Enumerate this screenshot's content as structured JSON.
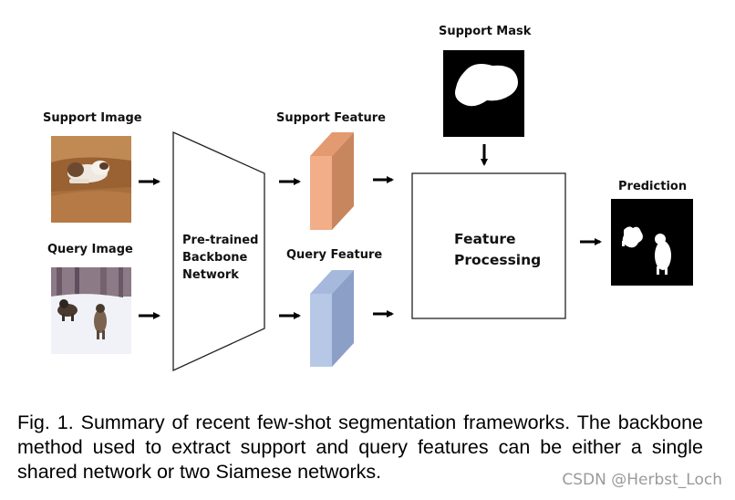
{
  "figure": {
    "support_image_label": "Support Image",
    "query_image_label": "Query Image",
    "backbone_label_lines": [
      "Pre-trained",
      "Backbone",
      "Network"
    ],
    "support_feature_label": "Support Feature",
    "query_feature_label": "Query Feature",
    "support_mask_label": "Support Mask",
    "processing_label_lines": [
      "Feature",
      "Processing"
    ],
    "prediction_label": "Prediction",
    "colors": {
      "support_feature_front": "#f2ae88",
      "support_feature_side": "#c8865f",
      "support_feature_top": "#e39a70",
      "query_feature_front": "#b7c8e6",
      "query_feature_side": "#8b9fc7",
      "query_feature_top": "#a6b8dc"
    }
  },
  "caption": "Fig. 1. Summary of recent few-shot segmentation frameworks. The backbone method used to extract support and query features can be either a single shared network or two Siamese networks.",
  "watermark": "CSDN @Herbst_Loch"
}
